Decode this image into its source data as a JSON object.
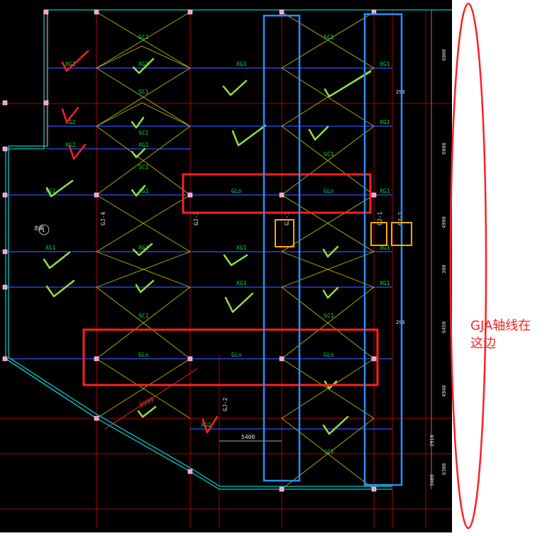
{
  "drawing": {
    "cells": [
      {
        "id": "c1",
        "text": "XG1"
      },
      {
        "id": "c2",
        "text": "XG2"
      },
      {
        "id": "c3",
        "text": "XG1"
      },
      {
        "id": "c4",
        "text": "XG2"
      },
      {
        "id": "c5",
        "text": "XG1"
      },
      {
        "id": "c6",
        "text": "XG1"
      },
      {
        "id": "c7",
        "text": "SC1"
      },
      {
        "id": "c8",
        "text": "SC1"
      },
      {
        "id": "c9",
        "text": "SC1"
      },
      {
        "id": "c10",
        "text": "SC2"
      },
      {
        "id": "c11",
        "text": "XG1"
      },
      {
        "id": "c12",
        "text": "XG1"
      },
      {
        "id": "c13",
        "text": "SC1"
      },
      {
        "id": "c14",
        "text": "SC1"
      },
      {
        "id": "c15",
        "text": "XG1"
      },
      {
        "id": "c16",
        "text": "XG1"
      },
      {
        "id": "c17",
        "text": "XG1"
      },
      {
        "id": "c18",
        "text": "XG1"
      },
      {
        "id": "c19",
        "text": "XG2"
      },
      {
        "id": "c20",
        "text": "XG1"
      },
      {
        "id": "c21",
        "text": "XG1"
      },
      {
        "id": "c22",
        "text": "XG1"
      },
      {
        "id": "c23",
        "text": "XG1"
      },
      {
        "id": "c24",
        "text": "XG1"
      },
      {
        "id": "c25",
        "text": "SC1"
      },
      {
        "id": "c26",
        "text": "SC1"
      },
      {
        "id": "c27",
        "text": "SC1"
      }
    ],
    "beams": [
      "GLo",
      "GLo",
      "GLo",
      "GLo",
      "GLo"
    ],
    "column_labels": [
      "GJ-4",
      "GJ-3",
      "GJ-1",
      "GJ-1",
      "GJ-1",
      "GJ-2"
    ],
    "dimensions": [
      "5400",
      "8999",
      "290",
      "290"
    ],
    "side_dimensions": [
      "6000",
      "6000",
      "4990",
      "300",
      "6450",
      "4940",
      "2910",
      "3400",
      "6300"
    ],
    "small_labels": [
      "走廊",
      "1"
    ]
  },
  "annotation": {
    "line1": "GJA轴线在",
    "line2": "这边"
  },
  "colors": {
    "background": "#000000",
    "beam_blue": "#3050ff",
    "axis_red": "#cc0000",
    "diag_yellow": "#c8c800",
    "text_green": "#00ff40",
    "check_green": "#90e040",
    "box_red": "#ff2020",
    "box_blue": "#2a8fff",
    "box_orange": "#ffaa00",
    "border_cyan": "#00d0d0"
  }
}
